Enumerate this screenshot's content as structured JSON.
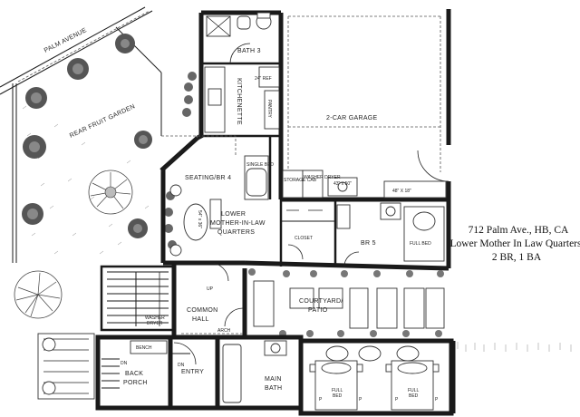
{
  "plan": {
    "rooms": {
      "palm_avenue": "PALM AVENUE",
      "rear_fruit_garden": "REAR FRUIT GARDEN",
      "bath3": "BATH 3",
      "refrigerator": "24\" REF",
      "kitchenette": "KITCHENETTE",
      "pantry": "PANTRY",
      "garage": "2-CAR GARAGE",
      "seating": "SEATING/BR 4",
      "single_bed": "SINGLE BED",
      "storage_cab": "STORAGE CAB",
      "washer_dryer": "WASHER DRYER",
      "sink_dim": "43\" x 50\"",
      "garage_window": "48\" X 18\"",
      "lower_quarters": [
        "LOWER",
        "MOTHER-IN-LAW",
        "QUARTERS"
      ],
      "table_dim": "54\" x 36\"",
      "closet": "CLOSET",
      "br5": "BR 5",
      "full_bed": "FULL BED",
      "courtyard": [
        "COURTYARD/",
        "PATIO"
      ],
      "up": "UP",
      "common_hall": [
        "COMMON",
        "HALL"
      ],
      "washer_dryer_hall": [
        "WASHER",
        "DRYER"
      ],
      "arch": "ARCH",
      "bench": "BENCH",
      "dn": "DN",
      "back_porch": [
        "BACK",
        "PORCH"
      ],
      "entry": "ENTRY",
      "main_bath": [
        "MAIN",
        "BATH"
      ],
      "full_bed_lower": [
        "FULL",
        "BED"
      ],
      "bed_markers": [
        "P",
        "P",
        "P",
        "P"
      ]
    },
    "caption": {
      "address": "712 Palm Ave., HB, CA",
      "subtitle": "Lower Mother In Law Quarters",
      "summary": "2 BR, 1 BA"
    }
  }
}
